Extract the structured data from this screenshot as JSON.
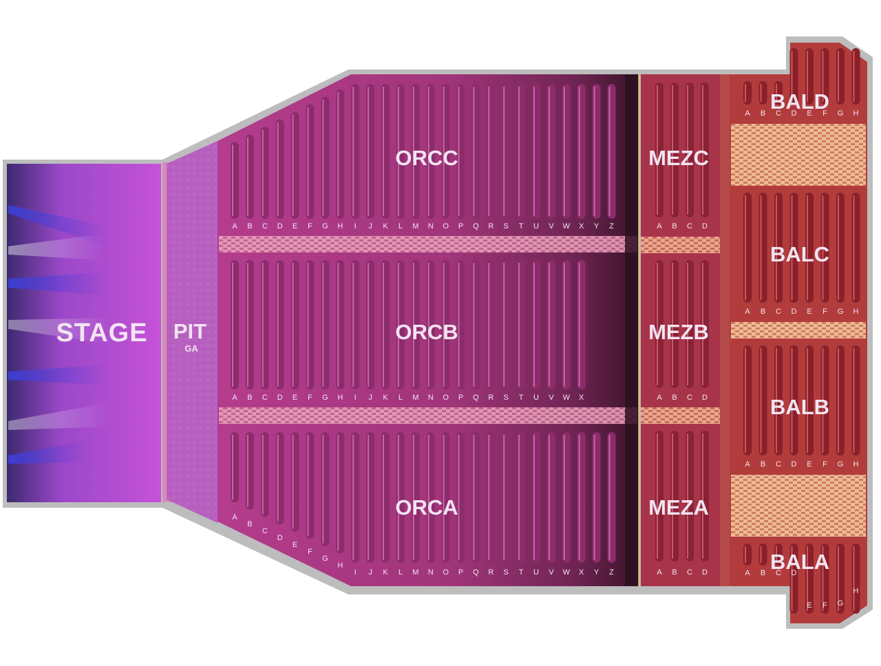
{
  "stage": {
    "label": "STAGE"
  },
  "pit": {
    "label": "PIT",
    "sublabel": "GA"
  },
  "sections": {
    "orcc": {
      "label": "ORCC",
      "rows": [
        "A",
        "B",
        "C",
        "D",
        "E",
        "F",
        "G",
        "H",
        "I",
        "J",
        "K",
        "L",
        "M",
        "N",
        "O",
        "P",
        "Q",
        "R",
        "S",
        "T",
        "U",
        "V",
        "W",
        "X",
        "Y",
        "Z"
      ]
    },
    "orcb": {
      "label": "ORCB",
      "rows": [
        "A",
        "B",
        "C",
        "D",
        "E",
        "F",
        "G",
        "H",
        "I",
        "J",
        "K",
        "L",
        "M",
        "N",
        "O",
        "P",
        "Q",
        "R",
        "S",
        "T",
        "U",
        "V",
        "W",
        "X"
      ]
    },
    "orca": {
      "label": "ORCA",
      "rows": [
        "A",
        "B",
        "C",
        "D",
        "E",
        "F",
        "G",
        "H",
        "I",
        "J",
        "K",
        "L",
        "M",
        "N",
        "O",
        "P",
        "Q",
        "R",
        "S",
        "T",
        "U",
        "V",
        "W",
        "X",
        "Y",
        "Z"
      ]
    },
    "mezc": {
      "label": "MEZC",
      "rows": [
        "A",
        "B",
        "C",
        "D"
      ]
    },
    "mezb": {
      "label": "MEZB",
      "rows": [
        "A",
        "B",
        "C",
        "D"
      ]
    },
    "meza": {
      "label": "MEZA",
      "rows": [
        "A",
        "B",
        "C",
        "D"
      ]
    },
    "bald": {
      "label": "BALD",
      "rows": [
        "A",
        "B",
        "C",
        "D",
        "E",
        "F",
        "G",
        "H"
      ]
    },
    "balc": {
      "label": "BALC",
      "rows": [
        "A",
        "B",
        "C",
        "D",
        "E",
        "F",
        "G",
        "H"
      ]
    },
    "balb": {
      "label": "BALB",
      "rows": [
        "A",
        "B",
        "C",
        "D",
        "E",
        "F",
        "G",
        "H"
      ]
    },
    "bala": {
      "label": "BALA",
      "rows": [
        "A",
        "B",
        "C",
        "D",
        "E",
        "F",
        "G",
        "H"
      ]
    }
  },
  "colors": {
    "orchestra": "#a8357f",
    "mezzanine": "#a6324a",
    "balcony": "#ad3b3b",
    "aisle": "#e9a0b8",
    "balcony_aisle": "#e6b28c",
    "stage": "#c050d6",
    "pit": "#b75fc2",
    "outline": "#bdbdbd"
  }
}
